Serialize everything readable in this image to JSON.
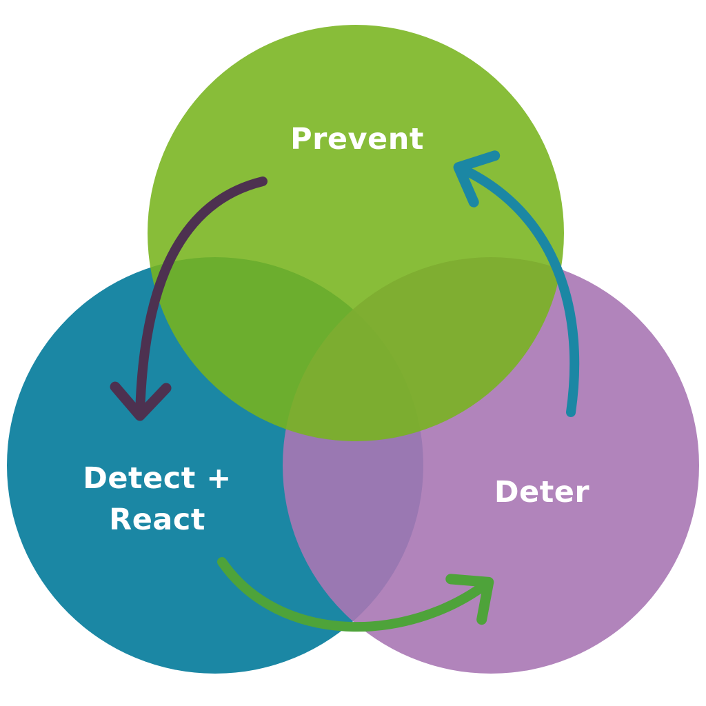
{
  "diagram": {
    "circles": [
      {
        "id": "prevent",
        "label": "Prevent",
        "color": "#78b41e"
      },
      {
        "id": "detect",
        "label_lines": [
          "Detect +",
          "React"
        ],
        "color": "#1b87a4"
      },
      {
        "id": "deter",
        "label": "Deter",
        "color": "#a877b4"
      }
    ],
    "arrows": [
      {
        "from": "prevent",
        "to": "detect",
        "color": "#4d3150"
      },
      {
        "from": "detect",
        "to": "deter",
        "color": "#4ea33a"
      },
      {
        "from": "deter",
        "to": "prevent",
        "color": "#1b87a4"
      }
    ]
  }
}
